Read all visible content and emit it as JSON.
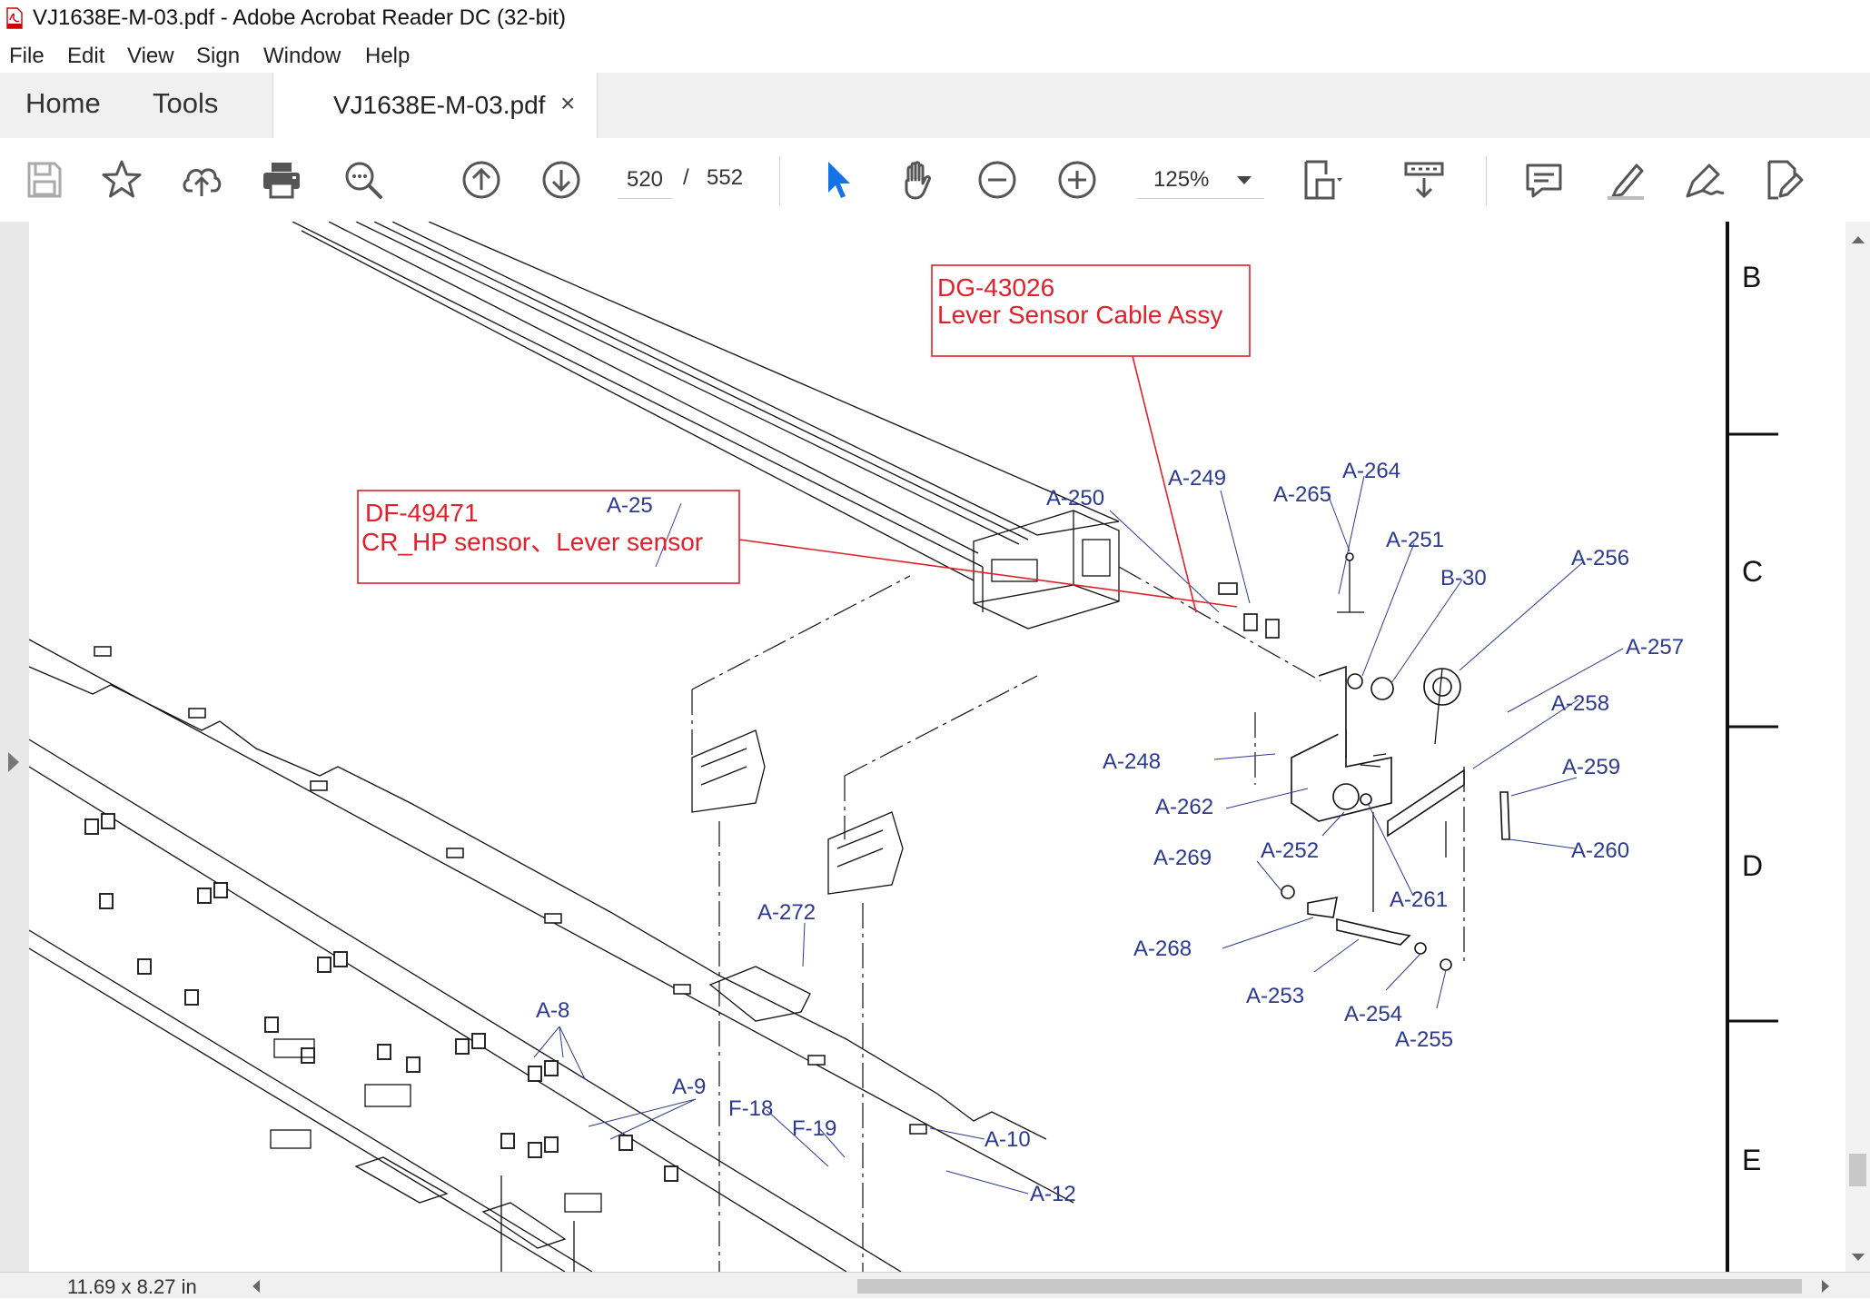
{
  "window": {
    "title": "VJ1638E-M-03.pdf - Adobe Acrobat Reader DC (32-bit)"
  },
  "menu": [
    "File",
    "Edit",
    "View",
    "Sign",
    "Window",
    "Help"
  ],
  "tabs": {
    "home": "Home",
    "tools": "Tools",
    "document": "VJ1638E-M-03.pdf",
    "close": "×"
  },
  "toolbar": {
    "page_current": "520",
    "page_separator": "/",
    "page_total": "552",
    "zoom": "125%",
    "icons": [
      "save-icon",
      "bookmark-star-icon",
      "upload-cloud-icon",
      "print-icon",
      "zoom-search-icon",
      "page-up-icon",
      "page-down-icon",
      "select-cursor-icon",
      "hand-pan-icon",
      "zoom-out-icon",
      "zoom-in-icon",
      "fit-page-icon",
      "scroll-mode-icon",
      "comment-icon",
      "highlight-pen-icon",
      "sign-pen-icon",
      "edit-pdf-icon"
    ],
    "accent_color": "#1473e6"
  },
  "document": {
    "callouts": [
      {
        "code": "DG-43026",
        "name": "Lever Sensor Cable Assy"
      },
      {
        "code": "DF-49471",
        "name": "CR_HP sensor、Lever sensor"
      }
    ],
    "part_labels": [
      "A-25",
      "A-250",
      "A-249",
      "A-265",
      "A-264",
      "A-251",
      "B-30",
      "A-256",
      "A-257",
      "A-258",
      "A-248",
      "A-259",
      "A-262",
      "A-252",
      "A-260",
      "A-269",
      "A-261",
      "A-268",
      "A-253",
      "A-254",
      "A-255",
      "A-272",
      "A-8",
      "A-9",
      "F-18",
      "F-19",
      "A-10",
      "A-12"
    ],
    "grid_letters": [
      "B",
      "C",
      "D",
      "E"
    ],
    "label_color": "#2b3a8f",
    "callout_color": "#e0202a"
  },
  "status": {
    "page_size": "11.69 x 8.27 in"
  }
}
